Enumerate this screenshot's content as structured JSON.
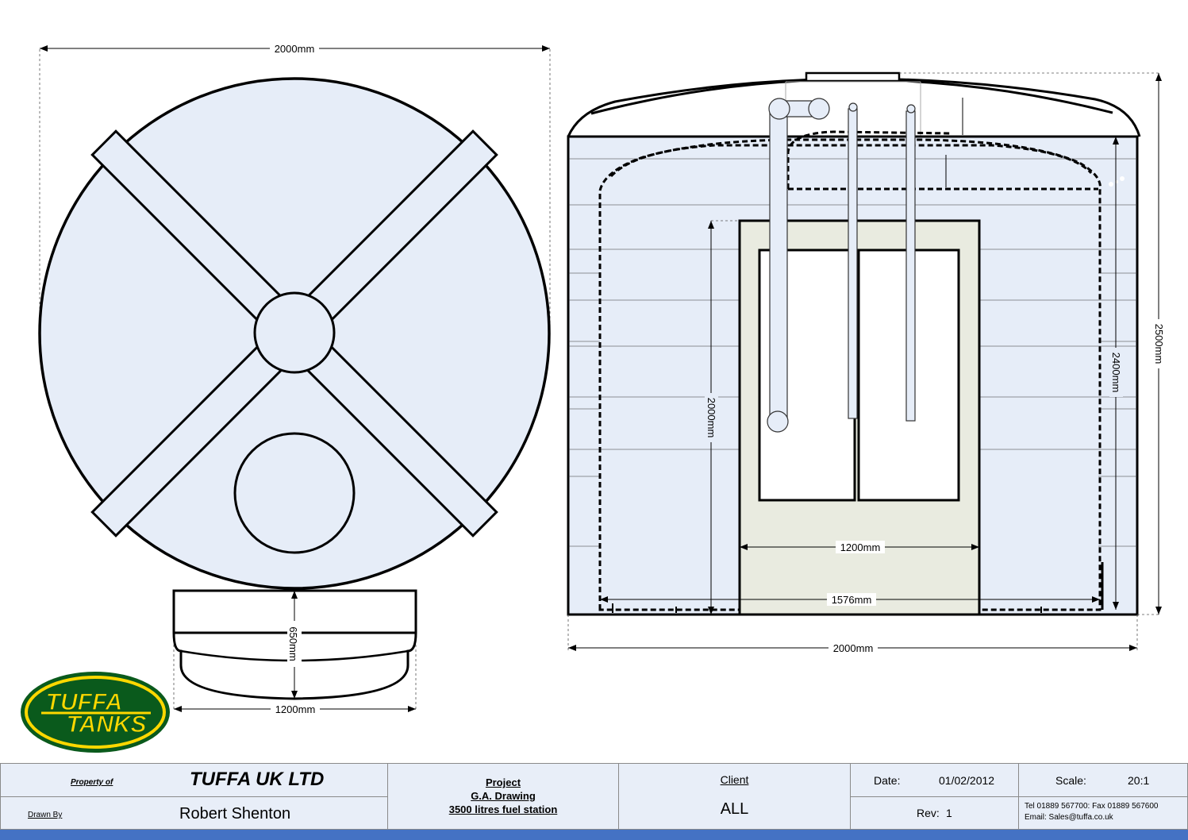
{
  "logo": {
    "line1": "TUFFA",
    "line2": "TANKS"
  },
  "plan_view": {
    "width_dim": "2000mm"
  },
  "lid_view": {
    "height_dim": "650mm",
    "width_dim": "1200mm"
  },
  "elevation_view": {
    "height_total_dim": "2500mm",
    "height_inner_dim": "2400mm",
    "door_height_dim": "2000mm",
    "door_width_dim": "1200mm",
    "inner_width_dim": "1576mm",
    "width_dim": "2000mm"
  },
  "title_block": {
    "property_of_label": "Property of",
    "company": "TUFFA UK LTD",
    "drawn_by_label": "Drawn By",
    "drawn_by": "Robert Shenton",
    "project_label": "Project",
    "project_line1": "G.A. Drawing",
    "project_line2": "3500 litres fuel station",
    "client_label": "Client",
    "client": "ALL",
    "date_label": "Date:",
    "date": "01/02/2012",
    "rev_label": "Rev:",
    "rev": "1",
    "scale_label": "Scale:",
    "scale": "20:1",
    "contact_line1": "Tel 01889 567700:  Fax 01889 567600",
    "contact_line2": "Email: Sales@tuffa.co.uk"
  },
  "colors": {
    "tank_fill": "#e6edf8",
    "door_fill": "#e9ebe0",
    "footer_bar": "#4472c4",
    "logo_green": "#0a5a1c",
    "logo_yellow": "#ffd800"
  }
}
